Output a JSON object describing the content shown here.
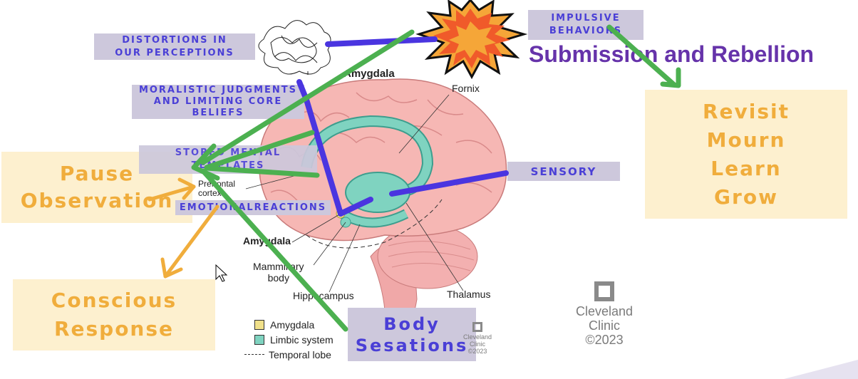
{
  "labels": {
    "distortions": "DISTORTIONS IN\nOUR PERCEPTIONS",
    "impulsive": "IMPULSIVE\nBEHAVIORS",
    "moralistic": "MORALISTIC JUDGMENTS\nAND LIMITING CORE\nBELIEFS",
    "stored": "STORED MENTAL\nTEMPLATES",
    "sensory": "SENSORY",
    "emotional": "EMOTIONALREACTIONS",
    "body": "Body\nSesations"
  },
  "headline": "Submission and Rebellion",
  "boxes": {
    "pause": "Pause\nObservation",
    "conscious": "Conscious\nResponse",
    "revisit": "Revisit\nMourn\nLearn\nGrow"
  },
  "brain_labels": {
    "amygdala_top": "Amygdala",
    "fornix": "Fornix",
    "prefrontal": "Prefrontal\ncortex",
    "amygdala_mid": "Amygdala",
    "mammillary": "Mammillary\nbody",
    "hippocampus": "Hippocampus",
    "thalamus": "Thalamus"
  },
  "legend": [
    {
      "label": "Amygdala",
      "color": "#f0e08a"
    },
    {
      "label": "Limbic system",
      "color": "#7fd3c0"
    },
    {
      "label": "Temporal lobe",
      "color": "none"
    }
  ],
  "watermark": {
    "small_name": "Cleveland\nClinic",
    "small_year": "©2023",
    "large_name": "Cleveland\nClinic",
    "large_year": "©2023"
  },
  "colors": {
    "purple_label_bg": "#cdc8dc",
    "purple_text": "#4a3fd6",
    "yellow_box": "#fdf0cf",
    "yellow_text": "#f0ad3c",
    "green_arrow": "#4cb050",
    "blue_line": "#4a35e0",
    "orange_arrow": "#f0ad3c",
    "headline": "#6633aa"
  }
}
